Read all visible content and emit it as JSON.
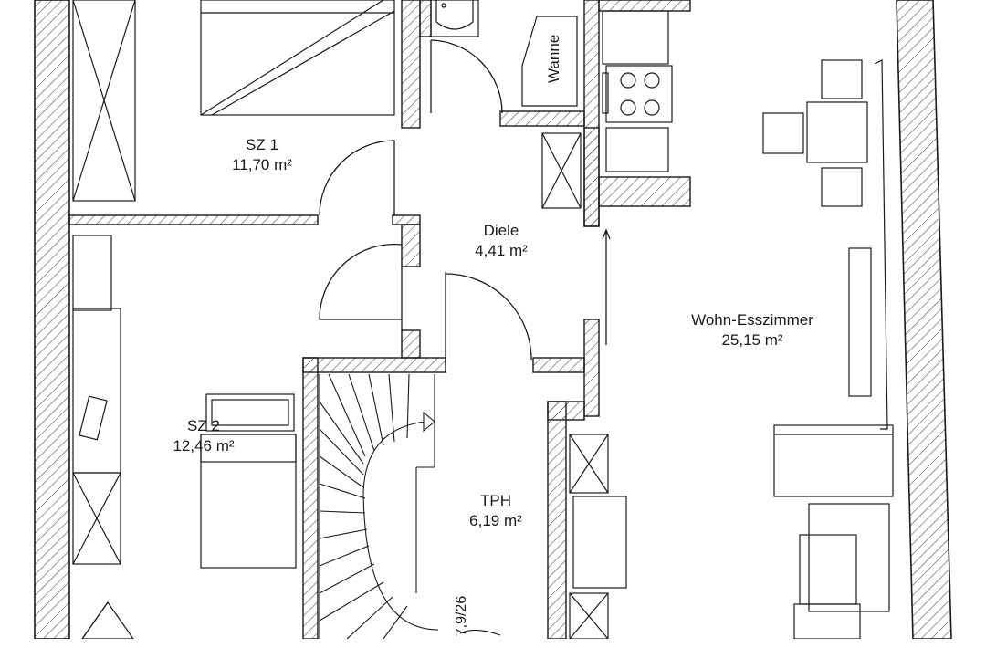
{
  "rooms": {
    "sz1": {
      "name": "SZ 1",
      "area": "11,70 m²"
    },
    "sz2": {
      "name": "SZ 2",
      "area": "12,46 m²"
    },
    "diele": {
      "name": "Diele",
      "area": "4,41 m²"
    },
    "tph": {
      "name": "TPH",
      "area": "6,19 m²"
    },
    "wohn": {
      "name": "Wohn-Esszimmer",
      "area": "25,15 m²"
    }
  },
  "fixtures": {
    "bathtub_label": "Wanne"
  },
  "stair": {
    "label": "7,9/26"
  },
  "colors": {
    "line": "#1a1a1a",
    "hatch": "#444444",
    "background": "#ffffff"
  }
}
